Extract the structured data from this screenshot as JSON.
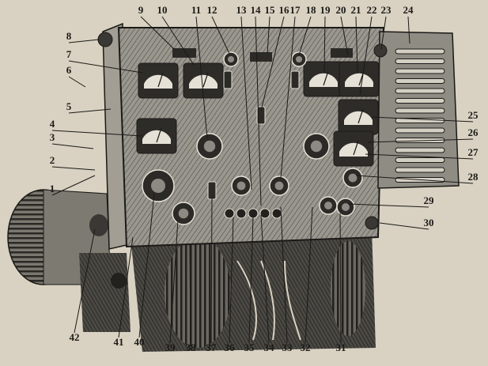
{
  "figure": {
    "callouts": [
      "1",
      "2",
      "3",
      "4",
      "5",
      "6",
      "7",
      "8",
      "9",
      "10",
      "11",
      "12",
      "13",
      "14",
      "15",
      "16",
      "17",
      "18",
      "19",
      "20",
      "21",
      "22",
      "23",
      "24",
      "25",
      "26",
      "27",
      "28",
      "29",
      "30",
      "31",
      "32",
      "33",
      "34",
      "35",
      "36",
      "37",
      "38",
      "39",
      "40",
      "41",
      "42"
    ]
  },
  "colors": {
    "paper": "#d9d2c2",
    "ink": "#1b1a17",
    "panel": "#8c8a83",
    "dark": "#3a3834",
    "light": "#e6e1d6"
  }
}
